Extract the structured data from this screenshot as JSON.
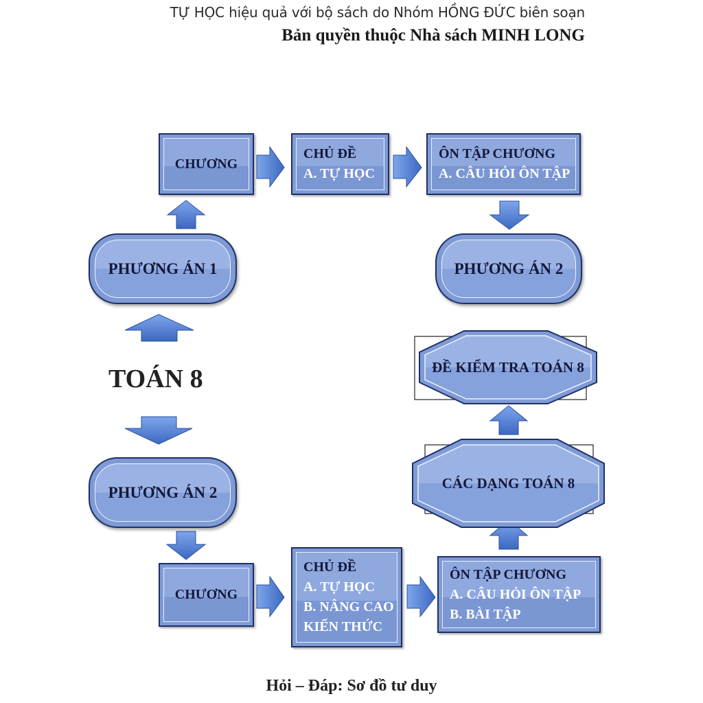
{
  "header": {
    "line1": "TỰ HỌC hiệu quả với bộ sách do Nhóm HỒNG ĐỨC biên soạn",
    "line2": "Bản quyền thuộc Nhà sách MINH LONG"
  },
  "diagram": {
    "title": "TOÁN 8",
    "top_flow": {
      "option": "PHƯƠNG ÁN 1",
      "chapter": "CHƯƠNG",
      "topic": [
        "CHỦ ĐỀ",
        "A. TỰ HỌC"
      ],
      "review": [
        "ÔN TẬP CHƯƠNG",
        "A. CÂU HỎI ÔN TẬP"
      ],
      "result": "PHƯƠNG ÁN 2"
    },
    "bottom_flow": {
      "option": "PHƯƠNG ÁN 2",
      "chapter": "CHƯƠNG",
      "topic": [
        "CHỦ ĐỀ",
        "A. TỰ HỌC",
        "B. NÂNG CAO",
        "KIẾN THỨC"
      ],
      "review": [
        "ÔN TẬP CHƯƠNG",
        "A. CÂU HỎI ÔN TẬP",
        "B. BÀI TẬP"
      ],
      "problem_types": "CÁC DẠNG TOÁN 8",
      "tests": "ĐỀ KIỂM TRA TOÁN 8"
    }
  },
  "footer": "Hỏi – Đáp: Sơ đồ tư duy",
  "colors": {
    "box_fill": "#7f9bd6",
    "box_border": "#1f2f66",
    "arrow_fill": "#5b86d6",
    "arrow_dark": "#2a4f9e"
  }
}
